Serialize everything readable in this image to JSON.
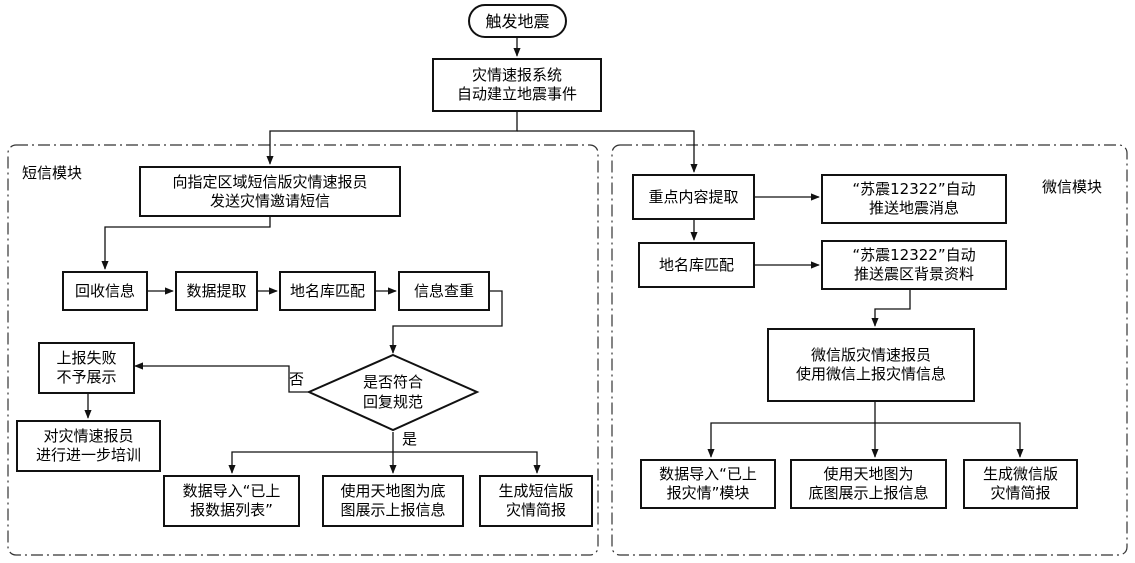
{
  "start": "触发地震",
  "system": [
    "灾情速报系统",
    "自动建立地震事件"
  ],
  "sms_module": {
    "title": "短信模块",
    "invite": [
      "向指定区域短信版灾情速报员",
      "发送灾情邀请短信"
    ],
    "steps": [
      "回收信息",
      "数据提取",
      "地名库匹配",
      "信息查重"
    ],
    "decision": [
      "是否符合",
      "回复规范"
    ],
    "no_label": "否",
    "yes_label": "是",
    "fail": [
      "上报失败",
      "不予展示"
    ],
    "train": [
      "对灾情速报员",
      "进行进一步培训"
    ],
    "outputs": [
      [
        "数据导入“已上",
        "报数据列表”"
      ],
      [
        "使用天地图为底",
        "图展示上报信息"
      ],
      [
        "生成短信版",
        "灾情简报"
      ]
    ]
  },
  "wechat_module": {
    "title": "微信模块",
    "extract": "重点内容提取",
    "match": "地名库匹配",
    "push_quake": [
      "“苏震12322”自动",
      "推送地震消息"
    ],
    "push_background": [
      "“苏震12322”自动",
      "推送震区背景资料"
    ],
    "reporter": [
      "微信版灾情速报员",
      "使用微信上报灾情信息"
    ],
    "outputs": [
      [
        "数据导入“已上",
        "报灾情”模块"
      ],
      [
        "使用天地图为",
        "底图展示上报信息"
      ],
      [
        "生成微信版",
        "灾情简报"
      ]
    ]
  }
}
